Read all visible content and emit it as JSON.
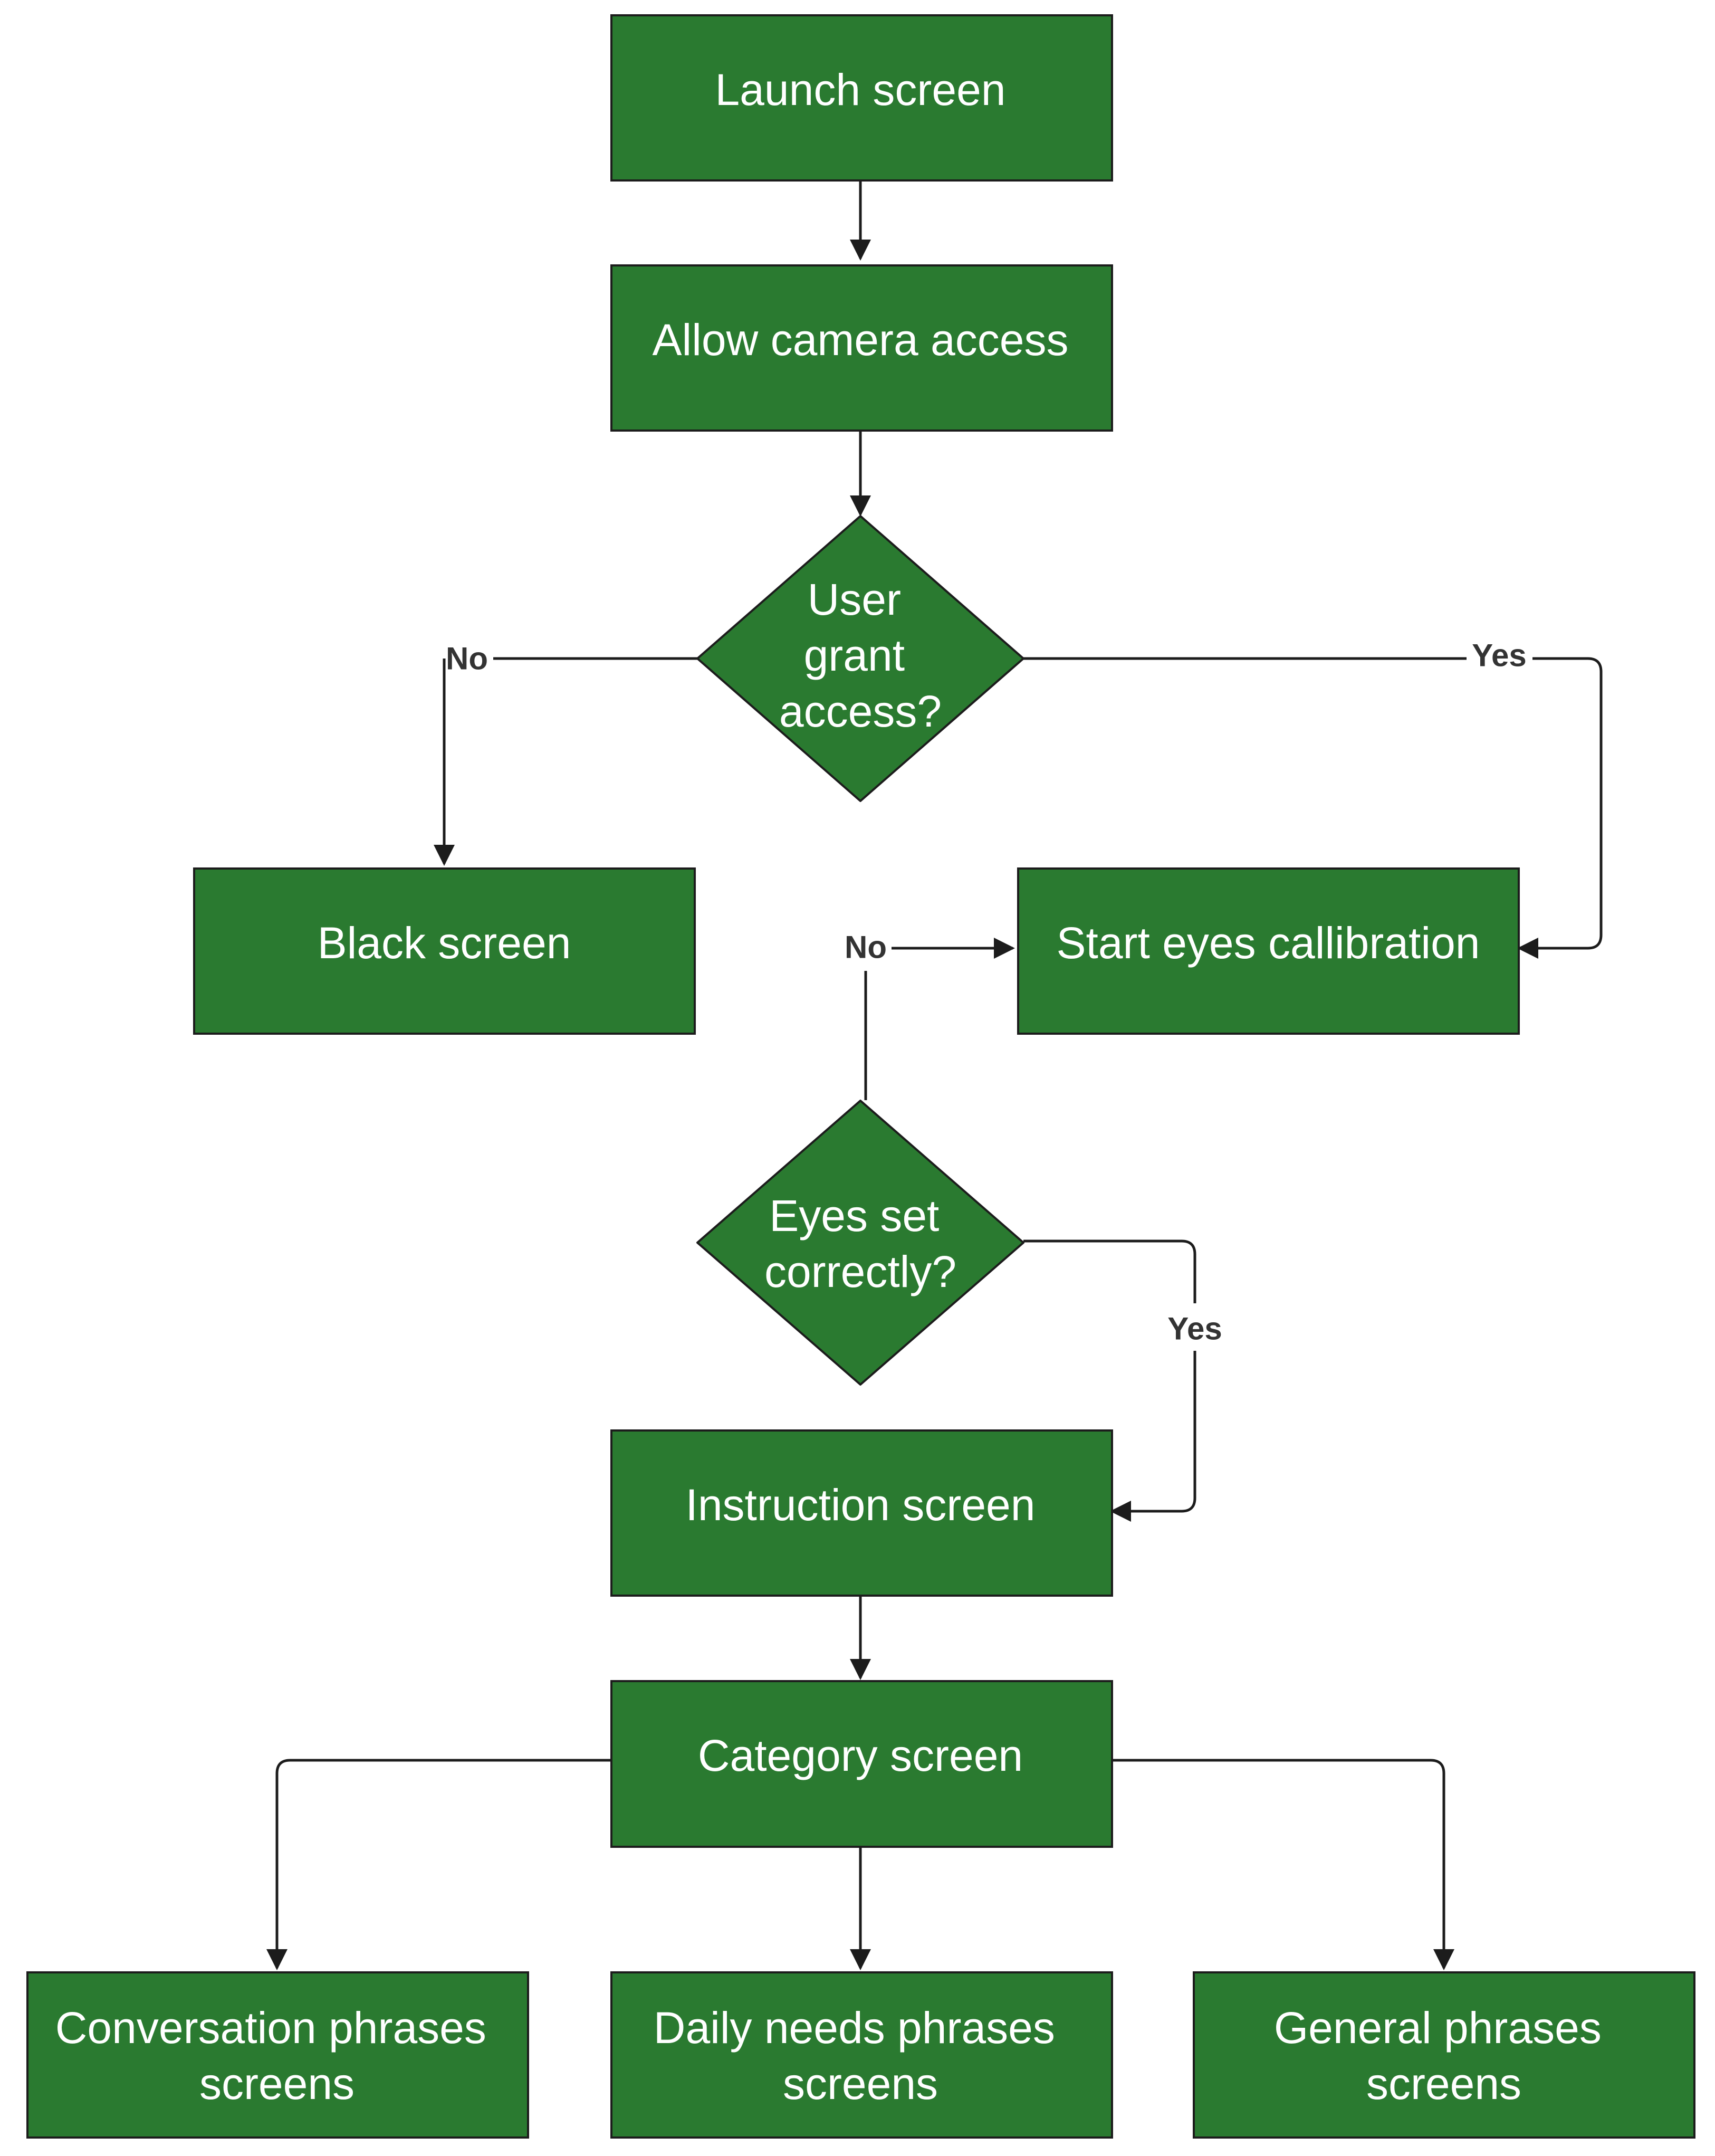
{
  "colors": {
    "node_fill": "#2a7a30",
    "node_stroke": "#1c1c1c",
    "edge": "#1c1c1c",
    "node_text": "#ffffff",
    "edge_label": "#333333"
  },
  "nodes": {
    "launch": {
      "label": "Launch screen"
    },
    "camera": {
      "label": "Allow camera access"
    },
    "grant": {
      "label": [
        "User",
        "grant",
        "access?"
      ]
    },
    "black": {
      "label": "Black screen"
    },
    "calibration": {
      "label": "Start eyes callibration"
    },
    "eyes": {
      "label": [
        "Eyes set",
        "correctly?"
      ]
    },
    "instruction": {
      "label": "Instruction screen"
    },
    "category": {
      "label": "Category screen"
    },
    "conversation": {
      "label": [
        "Conversation phrases",
        "screens"
      ]
    },
    "daily": {
      "label": [
        "Daily needs phrases",
        "screens"
      ]
    },
    "general": {
      "label": [
        "General phrases",
        "screens"
      ]
    }
  },
  "edges": {
    "grant_no": "No",
    "grant_yes": "Yes",
    "eyes_no": "No",
    "eyes_yes": "Yes"
  }
}
